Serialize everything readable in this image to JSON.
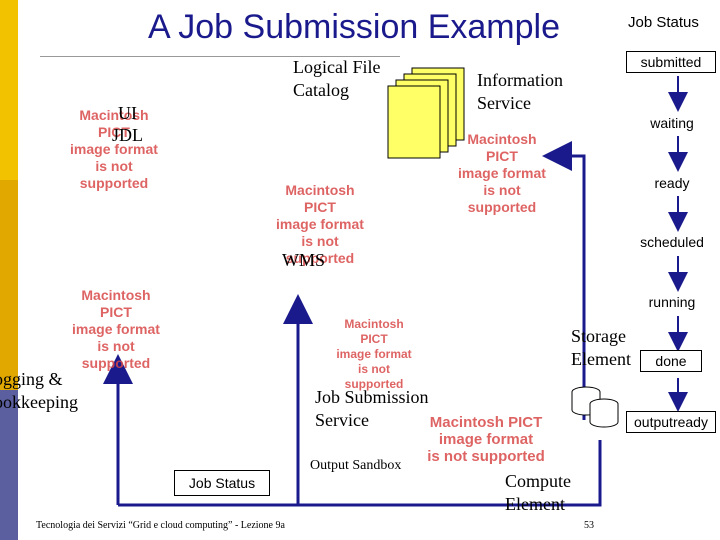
{
  "title": "A Job Submission Example",
  "status_panel": {
    "heading": "Job Status",
    "states": [
      "submitted",
      "waiting",
      "ready",
      "scheduled",
      "running",
      "done",
      "outputready"
    ]
  },
  "components": {
    "logical_file_catalog": "Logical File Catalog",
    "information_service": "Information Service",
    "ui": "UI",
    "jdl": "JDL",
    "wms": "WMS",
    "logging_bookkeeping": "ogging & ookkeeping",
    "job_submission_service": "Job Submission Service",
    "storage_element": "Storage Element",
    "compute_element": "Compute Element",
    "output_sandbox": "Output Sandbox",
    "job_status_box": "Job Status"
  },
  "placeholders": {
    "line1": "Macintosh PICT",
    "line2": "image format",
    "line3": "is not supported"
  },
  "footer": "Tecnologia dei Servizi “Grid e cloud computing” - Lezione 9a",
  "page_number": "53",
  "colors": {
    "title": "#1a1a8c",
    "arrow": "#1a1a8c",
    "placeholder": "#d94a4a",
    "left_bar": "#f2c200"
  }
}
